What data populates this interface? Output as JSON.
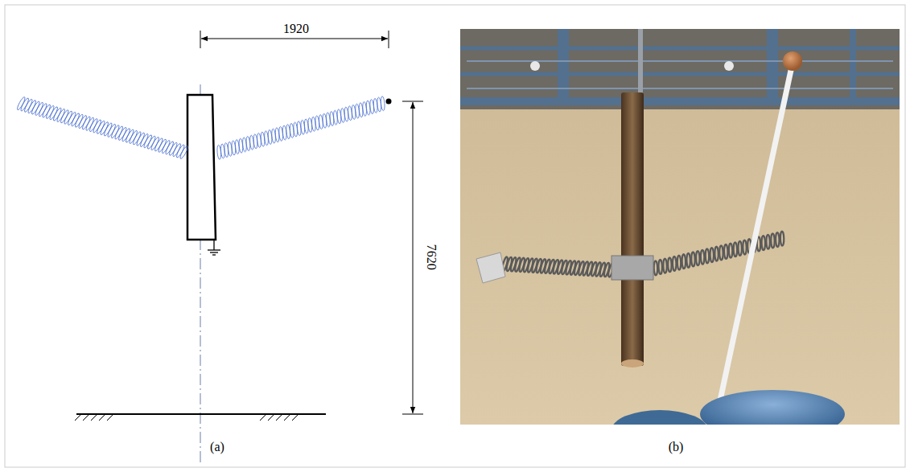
{
  "diagram": {
    "labels": [
      "1920",
      "7620",
      "(a)",
      "(b)"
    ]
  }
}
